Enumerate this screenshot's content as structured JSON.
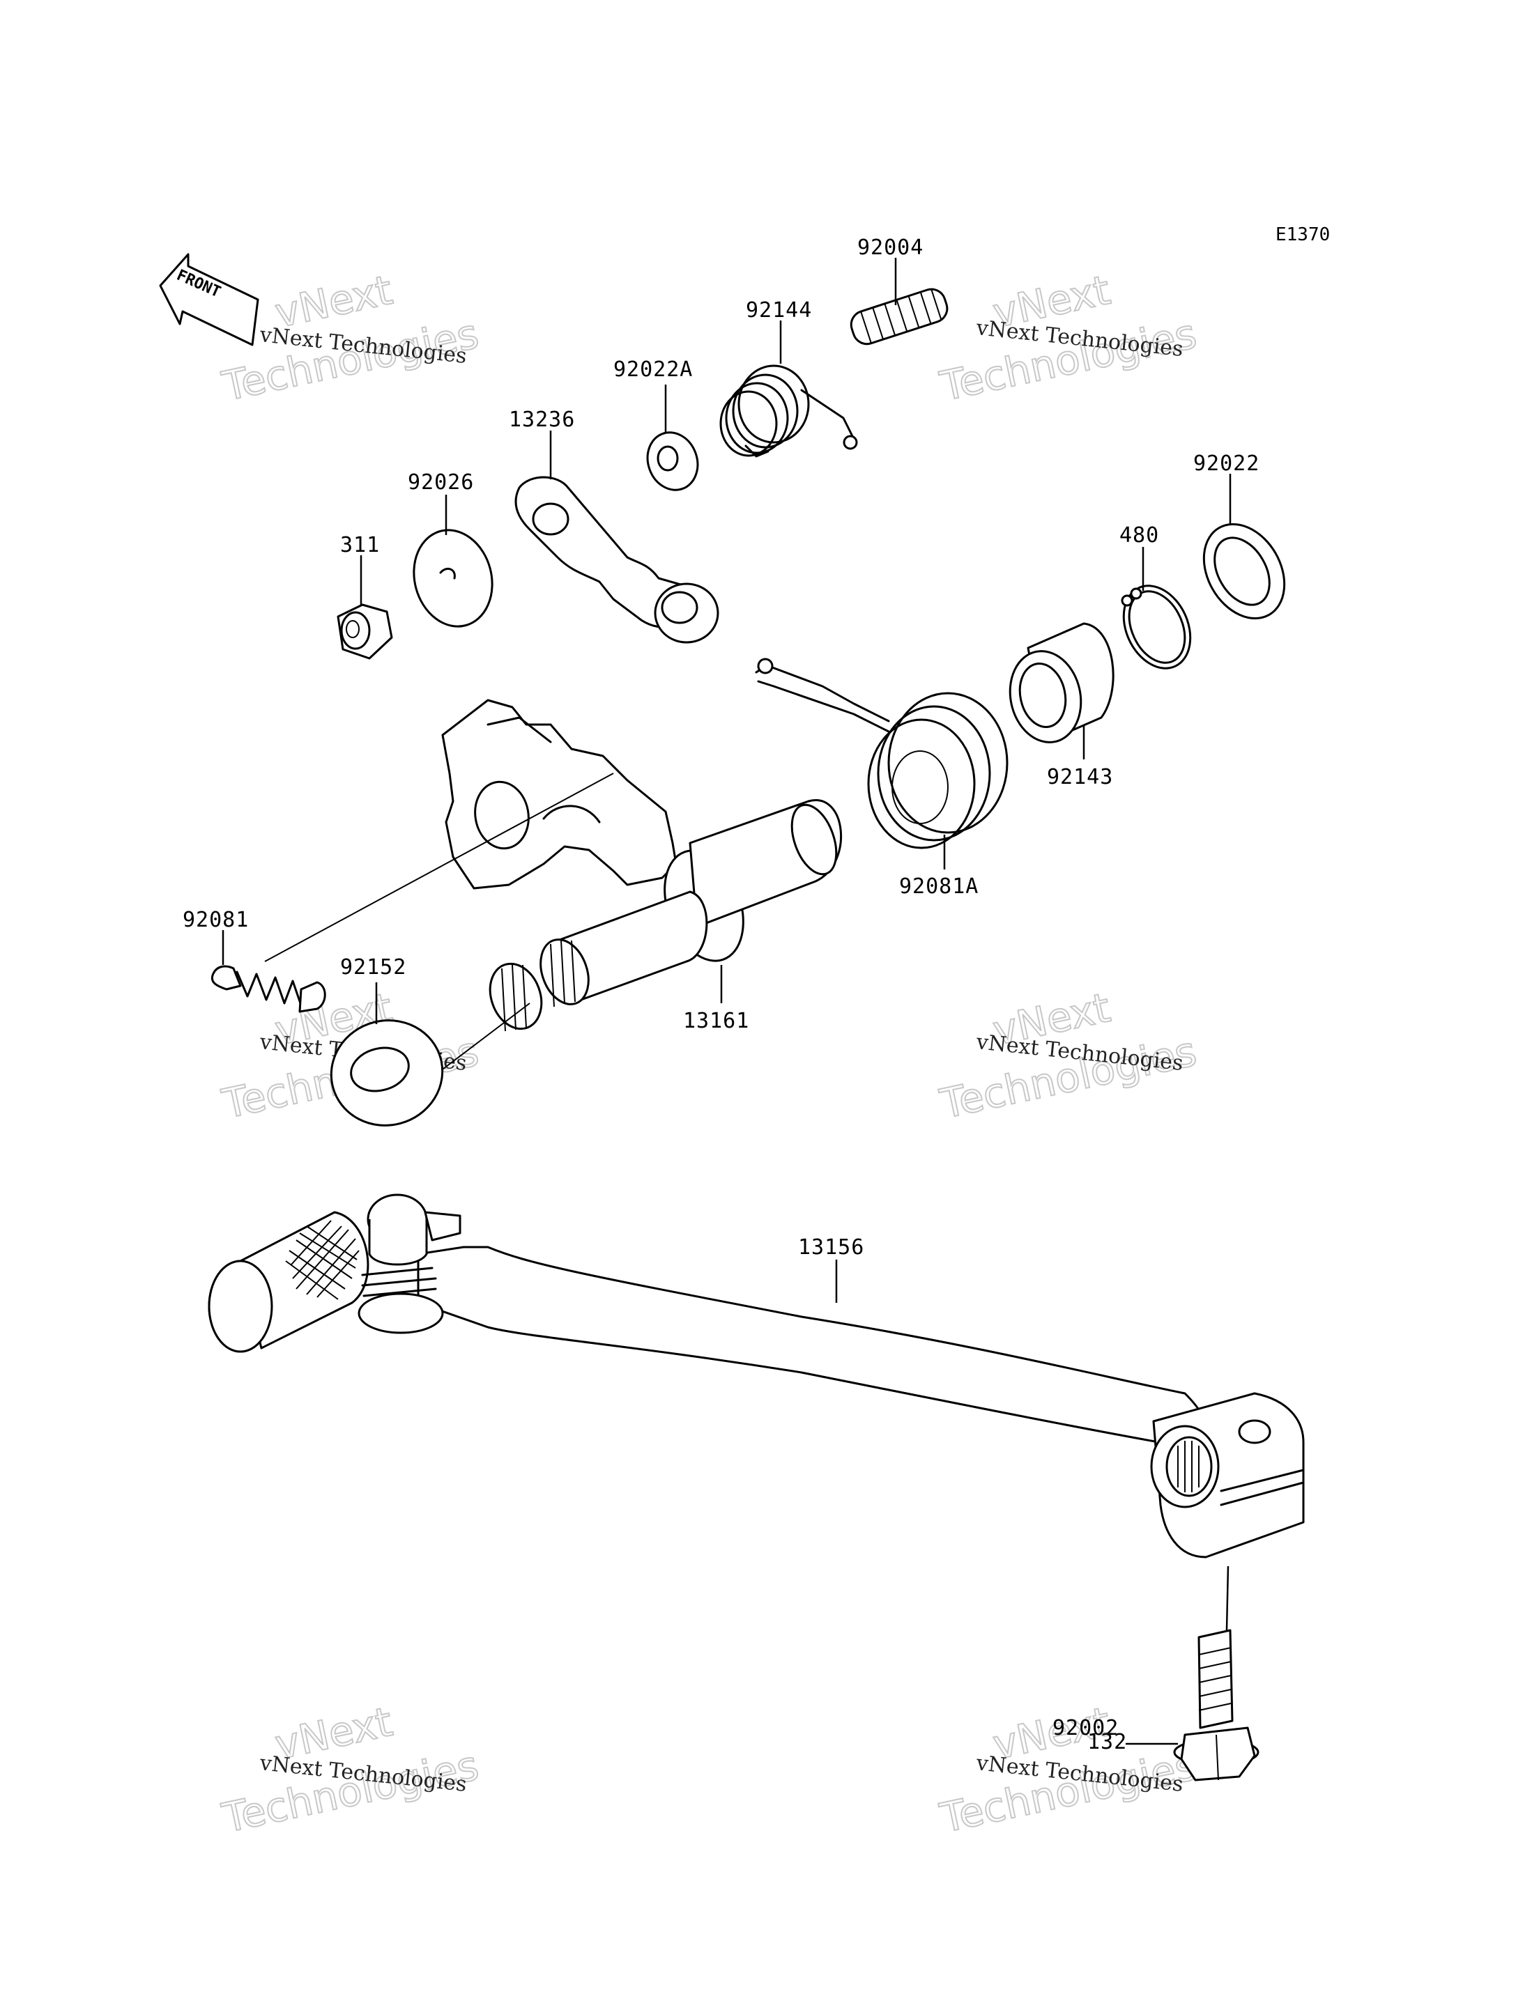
{
  "diagram_code": "E1370",
  "front_label": "FRONT",
  "watermark": {
    "line1": "vNext Technologies",
    "line2a": "vNext",
    "line2b": "Technologies"
  },
  "parts": {
    "p92004": "92004",
    "p92144": "92144",
    "p92022A": "92022A",
    "p13236": "13236",
    "p92026": "92026",
    "p311": "311",
    "p92022": "92022",
    "p480": "480",
    "p92143": "92143",
    "p92081A": "92081A",
    "p92081": "92081",
    "p92152": "92152",
    "p13161": "13161",
    "p13156": "13156",
    "p92002": "92002",
    "p132": "132"
  }
}
